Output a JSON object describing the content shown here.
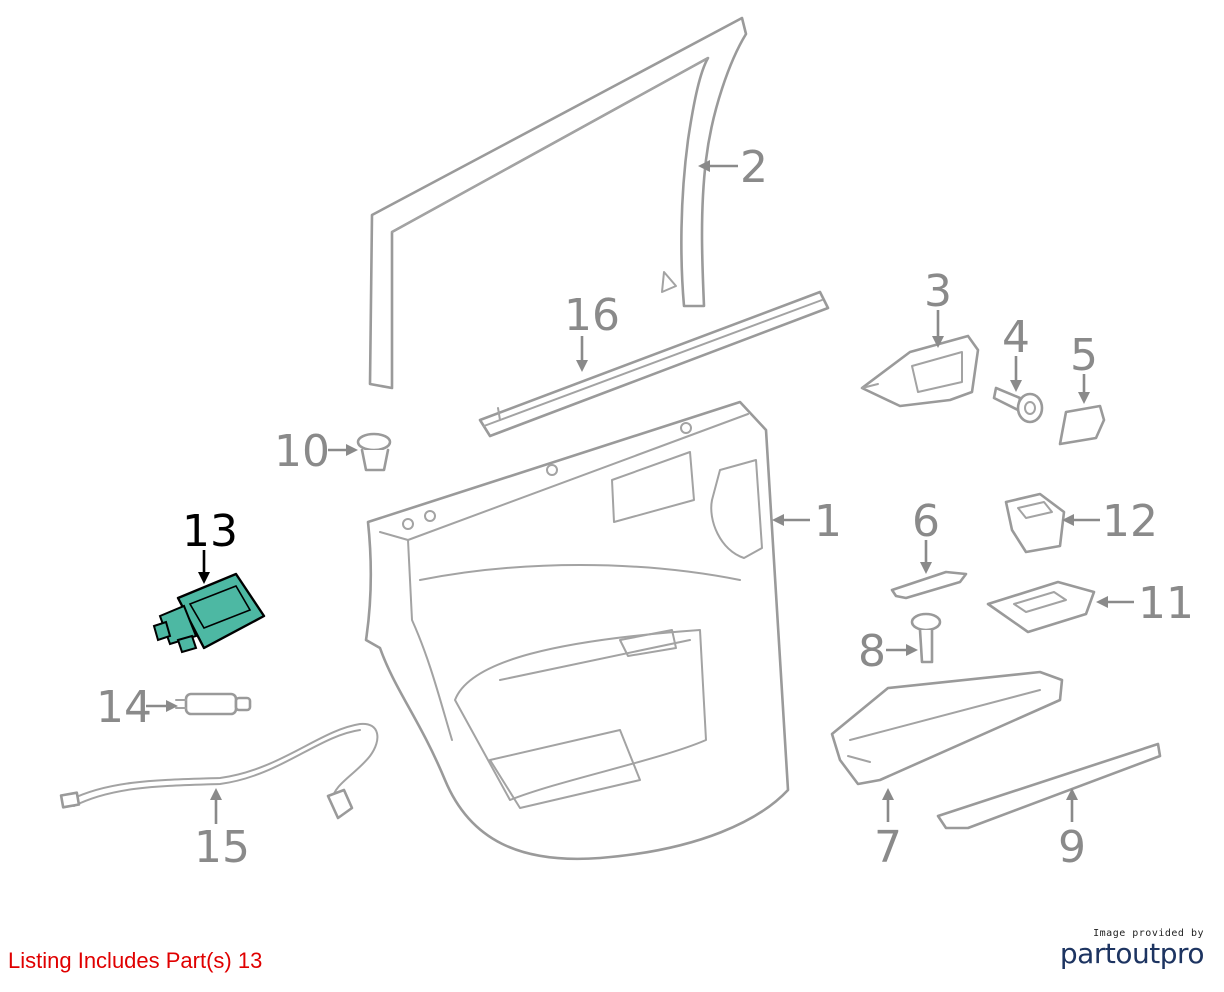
{
  "callouts": {
    "p1": "1",
    "p2": "2",
    "p3": "3",
    "p4": "4",
    "p5": "5",
    "p6": "6",
    "p7": "7",
    "p8": "8",
    "p9": "9",
    "p10": "10",
    "p11": "11",
    "p12": "12",
    "p13": "13",
    "p14": "14",
    "p15": "15",
    "p16": "16"
  },
  "highlight": {
    "part": "13",
    "fill": "#4db8a3",
    "stroke": "#000000"
  },
  "footer": {
    "listing_text": "Listing Includes Part(s) 13",
    "color": "#e00000"
  },
  "branding": {
    "provided_by": "Image provided by",
    "logo_part": "partout",
    "logo_pro": "pro"
  }
}
